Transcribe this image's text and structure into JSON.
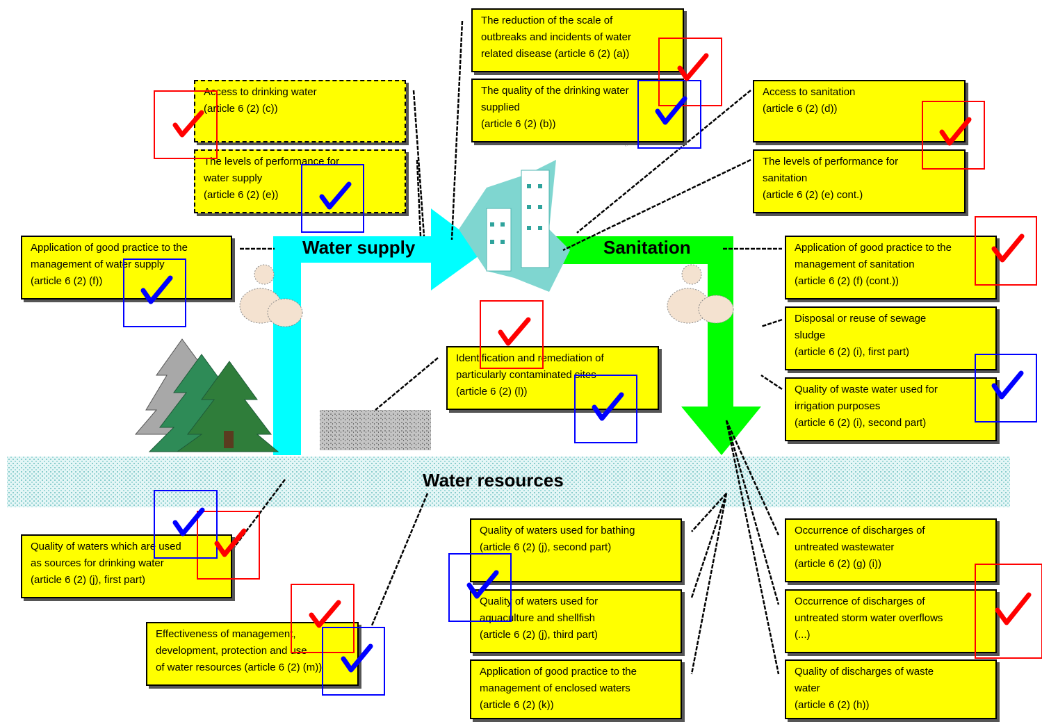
{
  "colors": {
    "box": "#ffff00",
    "water": "#00ffff",
    "sanitation": "#00ff00",
    "resources": "#c8ecec",
    "red": "#ff0000",
    "blue": "#0000ff"
  },
  "labels": {
    "water_supply": "Water supply",
    "sanitation": "Sanitation",
    "water_resources": "Water resources"
  },
  "boxes": {
    "reduction": [
      "The reduction of the scale of",
      "outbreaks and incidents of water",
      "related disease (article 6 (2) (a))"
    ],
    "quality_drinking": [
      "The quality of the drinking water",
      "supplied",
      "(article 6 (2) (b))"
    ],
    "access_drinking": [
      "Access to drinking water",
      "(article 6 (2) (c))"
    ],
    "perf_water": [
      "The levels of performance for",
      "water supply",
      "(article 6 (2) (e))"
    ],
    "access_sanitation": [
      "Access to sanitation",
      "(article 6 (2) (d))"
    ],
    "perf_sanitation": [
      "The levels of performance for",
      "sanitation",
      "(article 6 (2) (e) cont.)"
    ],
    "good_water": [
      "Application of good practice to the",
      "management of water supply",
      "(article 6 (2) (f))"
    ],
    "good_sanitation": [
      "Application of good practice to the",
      "management of sanitation",
      "(article 6 (2) (f) (cont.))"
    ],
    "sludge": [
      "Disposal or reuse of sewage",
      "sludge",
      "(article 6 (2) (i), first part)"
    ],
    "irrigation": [
      "Quality of waste water used for",
      "irrigation purposes",
      "(article 6 (2) (i), second part)"
    ],
    "contaminated": [
      "Identification and remediation of",
      "particularly contaminated sites",
      "(article 6 (2) (l))"
    ],
    "sources": [
      "Quality of waters which are used",
      "as sources for drinking water",
      "(article 6 (2) (j), first part)"
    ],
    "effectiveness": [
      "Effectiveness of management,",
      "development, protection and use",
      "of water resources (article 6 (2) (m))"
    ],
    "bathing": [
      "Quality of waters used for bathing",
      "(article 6 (2) (j), second part)"
    ],
    "aquaculture": [
      "Quality of waters used for",
      "aquaculture and shellfish",
      "(article 6 (2) (j), third part)"
    ],
    "enclosed": [
      "Application of good practice to the",
      "management of enclosed waters",
      "(article 6 (2) (k))"
    ],
    "untreated_ww": [
      "Occurrence of discharges of",
      "untreated wastewater",
      "(article 6 (2) (g) (i))"
    ],
    "storm": [
      "Occurrence of discharges of",
      "untreated storm water overflows",
      "(...)"
    ],
    "discharges": [
      "Quality of discharges of waste",
      "water",
      "(article 6 (2) (h))"
    ]
  }
}
